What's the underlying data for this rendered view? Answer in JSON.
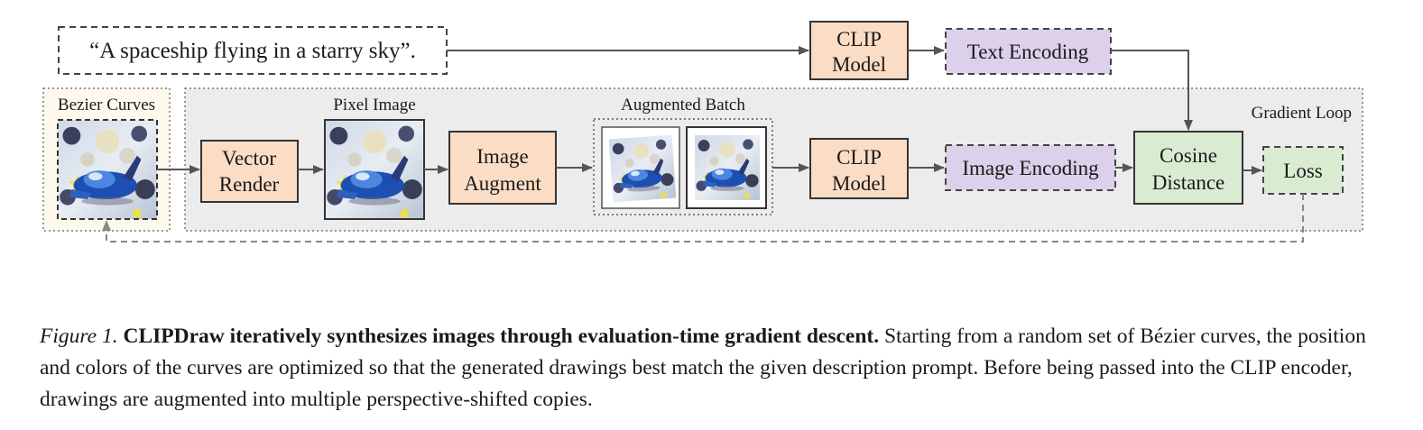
{
  "prompt": "“A spaceship flying in a starry sky”.",
  "nodes": {
    "clip_model_top": [
      "CLIP",
      "Model"
    ],
    "text_encoding": "Text Encoding",
    "bezier_curves": "Bezier Curves",
    "vector_render": [
      "Vector",
      "Render"
    ],
    "pixel_image": "Pixel Image",
    "image_augment": [
      "Image",
      "Augment"
    ],
    "augmented_batch": "Augmented Batch",
    "clip_model_bottom": [
      "CLIP",
      "Model"
    ],
    "image_encoding": "Image Encoding",
    "cosine_distance": [
      "Cosine",
      "Distance"
    ],
    "loss": "Loss",
    "gradient_loop": "Gradient Loop"
  },
  "colors": {
    "orange_fill": "#fbdcc4",
    "purple_fill": "#dcd0ea",
    "green_fill": "#d9ecd2",
    "loop_bg": "#ececec",
    "bezier_bg": "#fdf9ec",
    "arrow": "#555555"
  },
  "caption": {
    "label": "Figure 1.",
    "title": "CLIPDraw iteratively synthesizes images through evaluation-time gradient descent.",
    "body": "Starting from a random set of Bézier curves, the position and colors of the curves are optimized so that the generated drawings best match the given description prompt. Before being passed into the CLIP encoder, drawings are augmented into multiple perspective-shifted copies."
  }
}
